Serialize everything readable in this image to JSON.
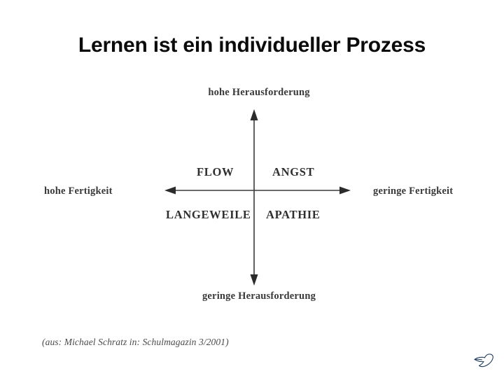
{
  "slide": {
    "title": "Lernen ist ein individueller Prozess",
    "background_color": "#ffffff",
    "citation": "(aus: Michael Schratz in: Schulmagazin 3/2001)"
  },
  "diagram": {
    "type": "quadrant-matrix",
    "vertical_axis": {
      "top_label": "hohe Herausforderung",
      "bottom_label": "geringe Herausforderung"
    },
    "horizontal_axis": {
      "left_label": "hohe Fertigkeit",
      "right_label": "geringe Fertigkeit"
    },
    "quadrants": [
      {
        "id": "upper-left",
        "label": "FLOW"
      },
      {
        "id": "upper-right",
        "label": "ANGST"
      },
      {
        "id": "lower-left",
        "label": "LANGEWEILE"
      },
      {
        "id": "lower-right",
        "label": "APATHIE"
      }
    ],
    "axis_color": "#3a3a3a",
    "label_color": "#2e2e2e"
  },
  "logo": {
    "name": "bird-logo",
    "color": "#1d3a5c"
  }
}
